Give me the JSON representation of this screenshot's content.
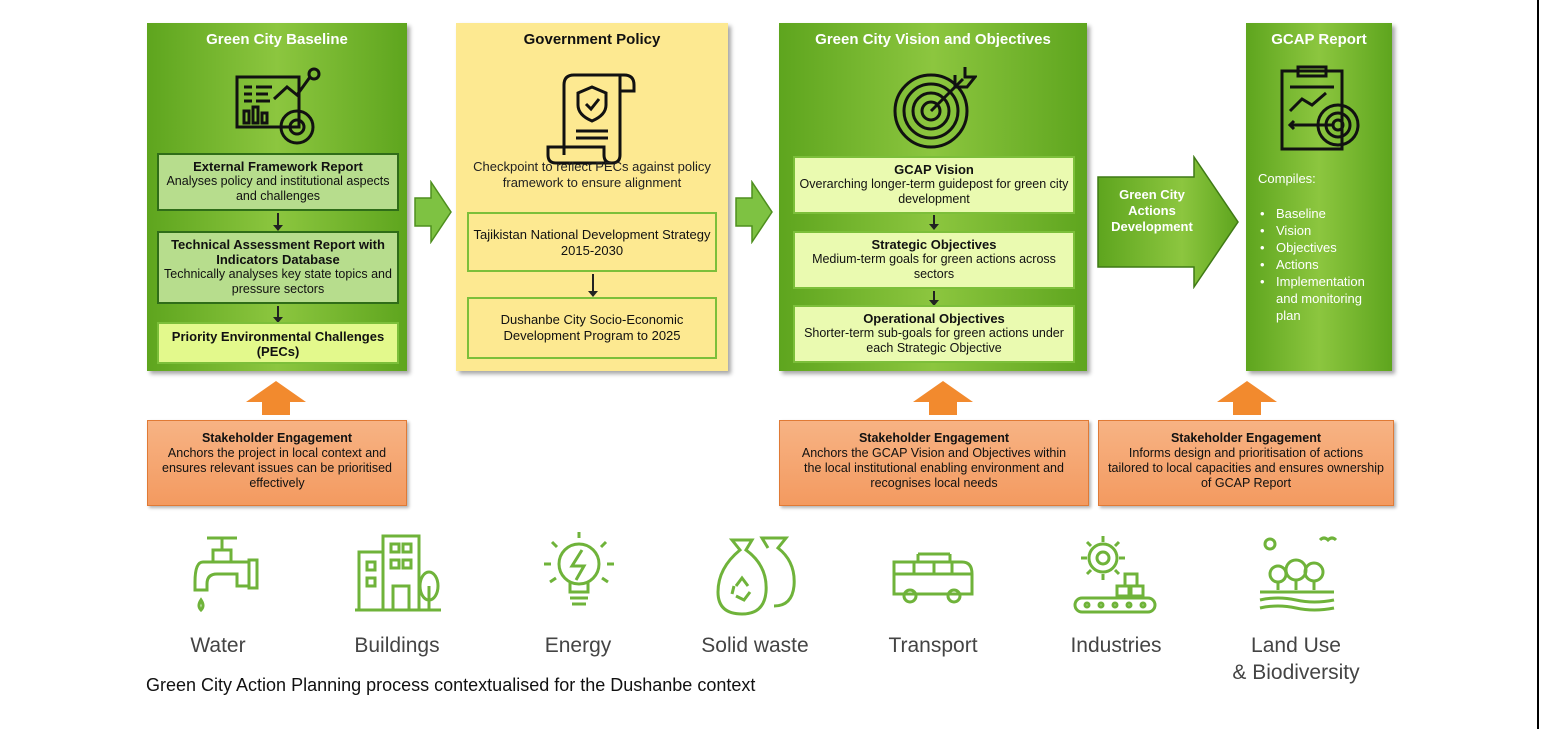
{
  "panels": {
    "baseline": {
      "title": "Green City Baseline",
      "box1": {
        "title": "External Framework Report",
        "text": "Analyses policy and institutional aspects and challenges"
      },
      "box2": {
        "title": "Technical Assessment Report with Indicators Database",
        "text": "Technically analyses key state topics and pressure sectors"
      },
      "box3": {
        "title": "Priority Environmental Challenges (PECs)"
      }
    },
    "policy": {
      "title": "Government Policy",
      "text": "Checkpoint to reflect PECs against policy framework to ensure alignment",
      "box1": "Tajikistan National Development Strategy 2015-2030",
      "box2": "Dushanbe City Socio-Economic Development Program to 2025"
    },
    "vision": {
      "title": "Green City Vision and Objectives",
      "box1": {
        "title": "GCAP Vision",
        "text": "Overarching longer-term guidepost for green city development"
      },
      "box2": {
        "title": "Strategic Objectives",
        "text": "Medium-term goals for green actions across sectors"
      },
      "box3": {
        "title": "Operational Objectives",
        "text": "Shorter-term sub-goals for green actions under each Strategic Objective"
      }
    },
    "actions_arrow": "Green City Actions Development",
    "report": {
      "title": "GCAP Report",
      "compiles": "Compiles:",
      "items": [
        "Baseline",
        "Vision",
        "Objectives",
        "Actions",
        "Implementation and monitoring plan"
      ]
    }
  },
  "stakeholders": [
    {
      "title": "Stakeholder Engagement",
      "text": "Anchors the project in local context and ensures relevant issues can be prioritised effectively"
    },
    {
      "title": "Stakeholder Engagement",
      "text": "Anchors the GCAP Vision and Objectives within the local institutional enabling environment and recognises local needs"
    },
    {
      "title": "Stakeholder Engagement",
      "text": "Informs design and prioritisation of actions tailored to local capacities and ensures ownership of GCAP Report"
    }
  ],
  "sectors": [
    "Water",
    "Buildings",
    "Energy",
    "Solid waste",
    "Transport",
    "Industries",
    "Land Use\n& Biodiversity"
  ],
  "caption": "Green City Action Planning process contextualised for the Dushanbe context",
  "colors": {
    "green": "#6aa92a",
    "yellow": "#fde991",
    "orange": "#f39a60",
    "icon": "#6fb33a"
  }
}
